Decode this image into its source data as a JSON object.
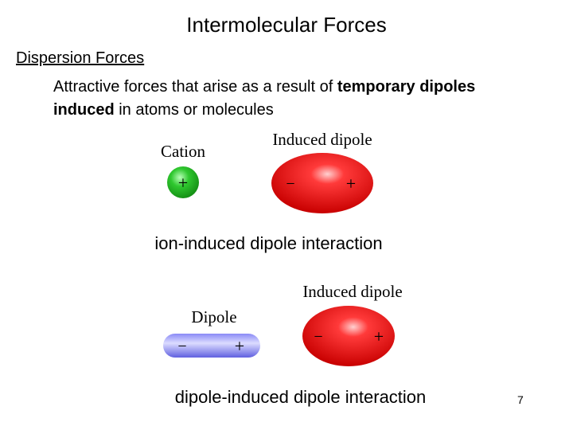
{
  "slide": {
    "title": "Intermolecular Forces",
    "heading": "Dispersion Forces",
    "body": {
      "part1": "Attractive forces that arise as a result of ",
      "bold1": "temporary dipoles induced",
      "part2": " in atoms or molecules"
    },
    "figure1": {
      "cation_label": "Cation",
      "cation_sign": "+",
      "induced_label": "Induced dipole",
      "minus_sign": "−",
      "plus_sign": "+",
      "caption": "ion-induced dipole interaction"
    },
    "figure2": {
      "dipole_label": "Dipole",
      "dipole_minus": "−",
      "dipole_plus": "+",
      "induced_label": "Induced dipole",
      "minus_sign": "−",
      "plus_sign": "+",
      "caption": "dipole-induced dipole interaction"
    },
    "page_number": "7",
    "colors": {
      "cation": "#22aa22",
      "induced_dipole": "#e01818",
      "dipole": "#7c7cf0"
    }
  }
}
